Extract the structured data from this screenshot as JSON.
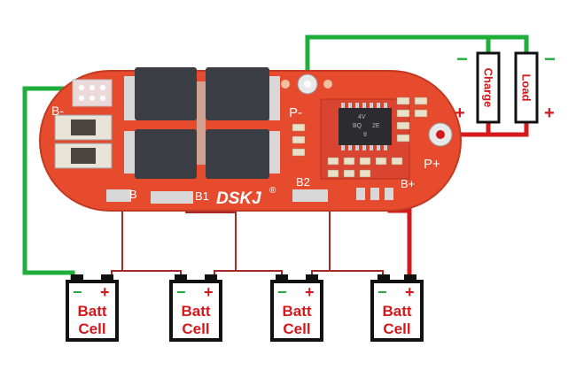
{
  "board": {
    "brand": "DSKJ",
    "registered_mark": "®",
    "pads": {
      "b_minus": "B-",
      "p_minus": "P-",
      "p_plus": "P+",
      "b1": "B1",
      "b2": "B2",
      "b_plus": "B+",
      "b": "B"
    },
    "chip_text": [
      "4V",
      "BQ",
      "2E",
      "9"
    ]
  },
  "devices": {
    "charge": "Charge",
    "load": "Load",
    "minus": "−",
    "plus": "+"
  },
  "cells": [
    {
      "line1": "Batt",
      "line2": "Cell",
      "minus": "−",
      "plus": "+"
    },
    {
      "line1": "Batt",
      "line2": "Cell",
      "minus": "−",
      "plus": "+"
    },
    {
      "line1": "Batt",
      "line2": "Cell",
      "minus": "−",
      "plus": "+"
    },
    {
      "line1": "Batt",
      "line2": "Cell",
      "minus": "−",
      "plus": "+"
    }
  ],
  "colors": {
    "board": "#e64b2e",
    "green_wire": "#1fae3a",
    "red_wire": "#d4181b",
    "dark_red_wire": "#a8282a",
    "mosfet": "#3a3d44",
    "black": "#111111"
  }
}
